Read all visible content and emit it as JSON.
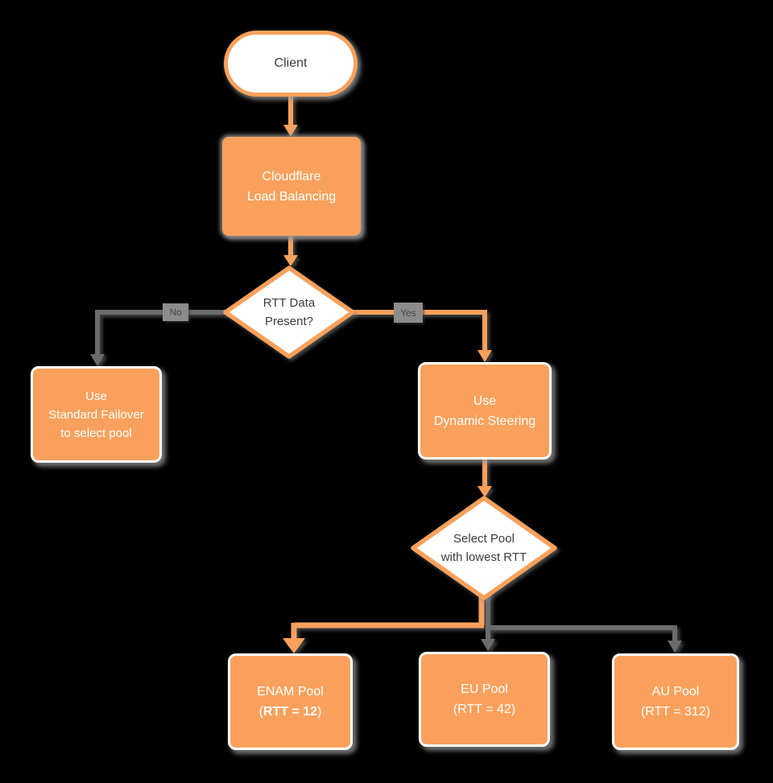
{
  "diagram": {
    "title": "Cloudflare Load Balancing dynamic steering flowchart",
    "background_color": "#000000",
    "colors": {
      "shape_orange": "#F9A15C",
      "connector_gray": "#6B6B6B",
      "edge_label_bg": "#8C8C8C",
      "edge_label_text": "#474747",
      "dark_text": "#3D3D3D",
      "white": "#FFFFFF"
    },
    "nodes": {
      "client": {
        "label": "Client"
      },
      "cloudflare": {
        "line1": "Cloudflare",
        "line2": "Load Balancing"
      },
      "rtt_decision": {
        "line1": "RTT Data",
        "line2": "Present?"
      },
      "standard_failover": {
        "line1": "Use",
        "line2": "Standard Failover",
        "line3": "to select pool"
      },
      "dynamic_steering": {
        "line1": "Use",
        "line2": "Dynamic Steering"
      },
      "select_pool": {
        "line1": "Select Pool",
        "line2": "with lowest RTT"
      },
      "enam_pool": {
        "line1": "ENAM Pool",
        "line2_prefix": "(",
        "line2_bold": "RTT = 12",
        "line2_suffix": ")"
      },
      "eu_pool": {
        "line1": "EU Pool",
        "line2": "(RTT = 42)"
      },
      "au_pool": {
        "line1": "AU Pool",
        "line2": "(RTT = 312)"
      }
    },
    "edges": {
      "no_label": "No",
      "yes_label": "Yes"
    }
  }
}
